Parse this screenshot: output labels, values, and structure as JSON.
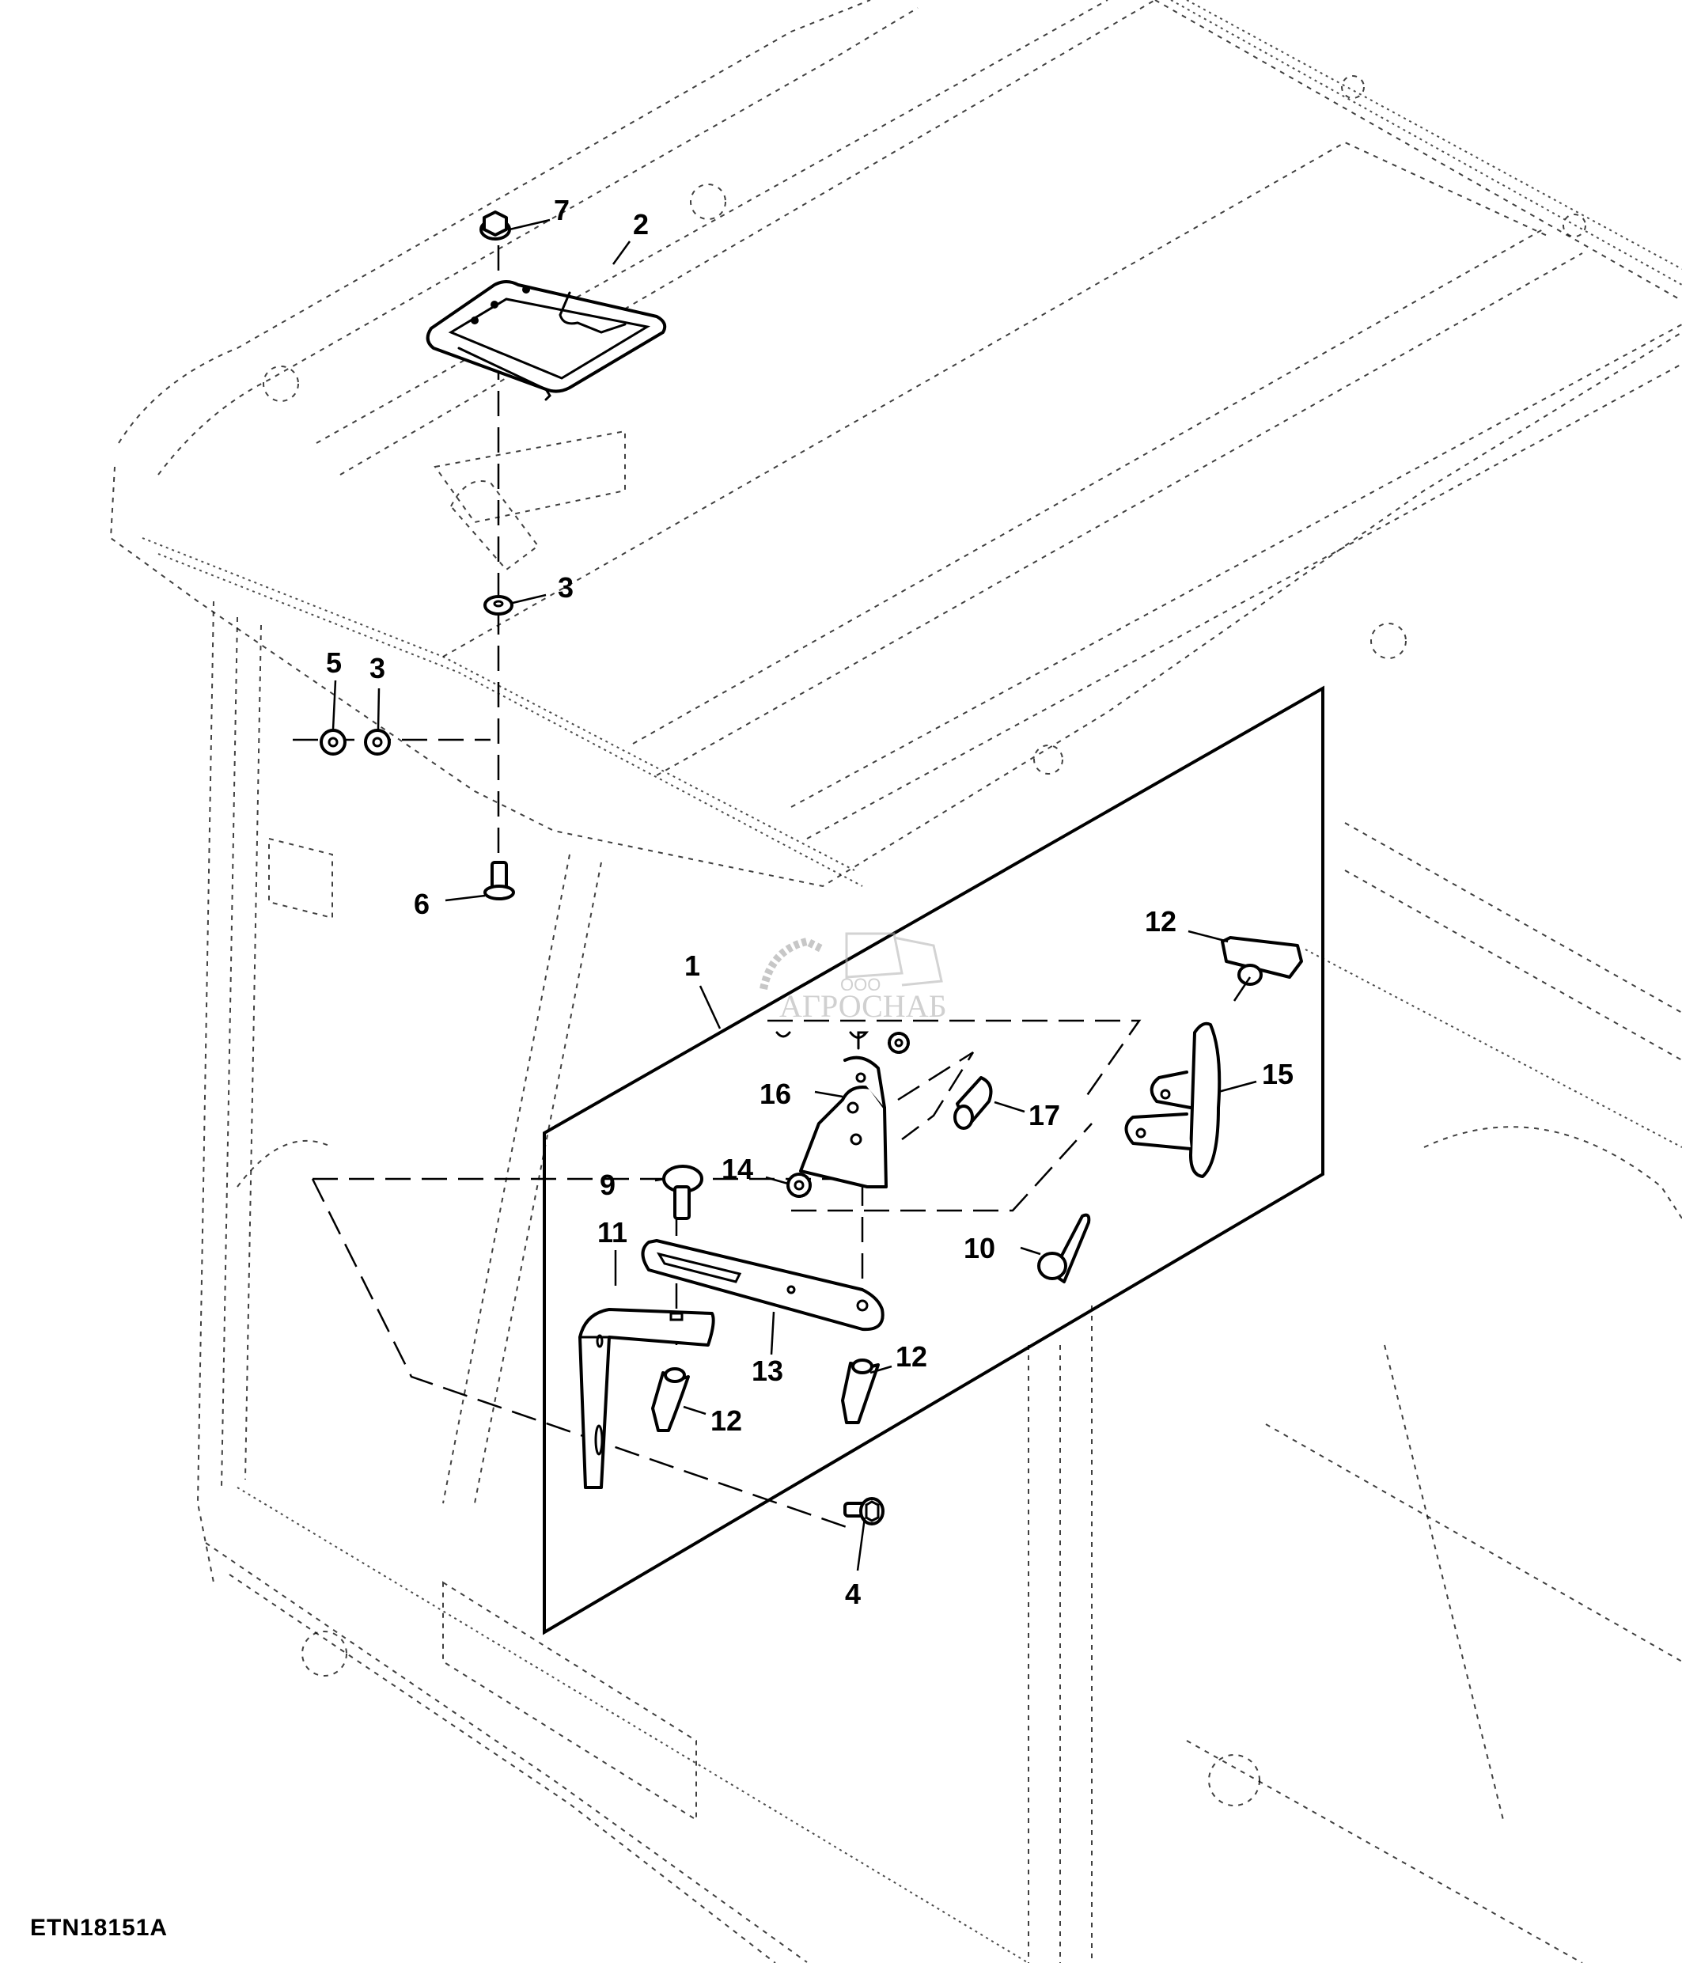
{
  "figure": {
    "id": "ETN18151A",
    "type": "exploded parts diagram",
    "subject": "cab roof and interior bracket assembly"
  },
  "watermark": {
    "prefix": "ООО",
    "name": "АГРОСНАБ"
  },
  "callouts": [
    {
      "key": "c7",
      "label": "7"
    },
    {
      "key": "c2",
      "label": "2"
    },
    {
      "key": "c3a",
      "label": "3"
    },
    {
      "key": "c5",
      "label": "5"
    },
    {
      "key": "c3b",
      "label": "3"
    },
    {
      "key": "c6",
      "label": "6"
    },
    {
      "key": "c1",
      "label": "1"
    },
    {
      "key": "c12a",
      "label": "12"
    },
    {
      "key": "c16",
      "label": "16"
    },
    {
      "key": "c17",
      "label": "17"
    },
    {
      "key": "c15",
      "label": "15"
    },
    {
      "key": "c14",
      "label": "14"
    },
    {
      "key": "c9",
      "label": "9"
    },
    {
      "key": "c11",
      "label": "11"
    },
    {
      "key": "c10",
      "label": "10"
    },
    {
      "key": "c13",
      "label": "13"
    },
    {
      "key": "c12b",
      "label": "12"
    },
    {
      "key": "c12c",
      "label": "12"
    },
    {
      "key": "c4",
      "label": "4"
    }
  ],
  "parts": [
    {
      "number": "1",
      "name": "detail view panel"
    },
    {
      "number": "2",
      "name": "roof plate"
    },
    {
      "number": "3",
      "name": "washer"
    },
    {
      "number": "4",
      "name": "flange bolt"
    },
    {
      "number": "5",
      "name": "washer"
    },
    {
      "number": "6",
      "name": "flange bolt"
    },
    {
      "number": "7",
      "name": "flange nut"
    },
    {
      "number": "9",
      "name": "screw"
    },
    {
      "number": "10",
      "name": "screw"
    },
    {
      "number": "11",
      "name": "L-bracket"
    },
    {
      "number": "12",
      "name": "knob"
    },
    {
      "number": "13",
      "name": "slotted arm"
    },
    {
      "number": "14",
      "name": "lock washer"
    },
    {
      "number": "15",
      "name": "hinge bracket"
    },
    {
      "number": "16",
      "name": "mounting bracket"
    },
    {
      "number": "17",
      "name": "bushing"
    }
  ]
}
